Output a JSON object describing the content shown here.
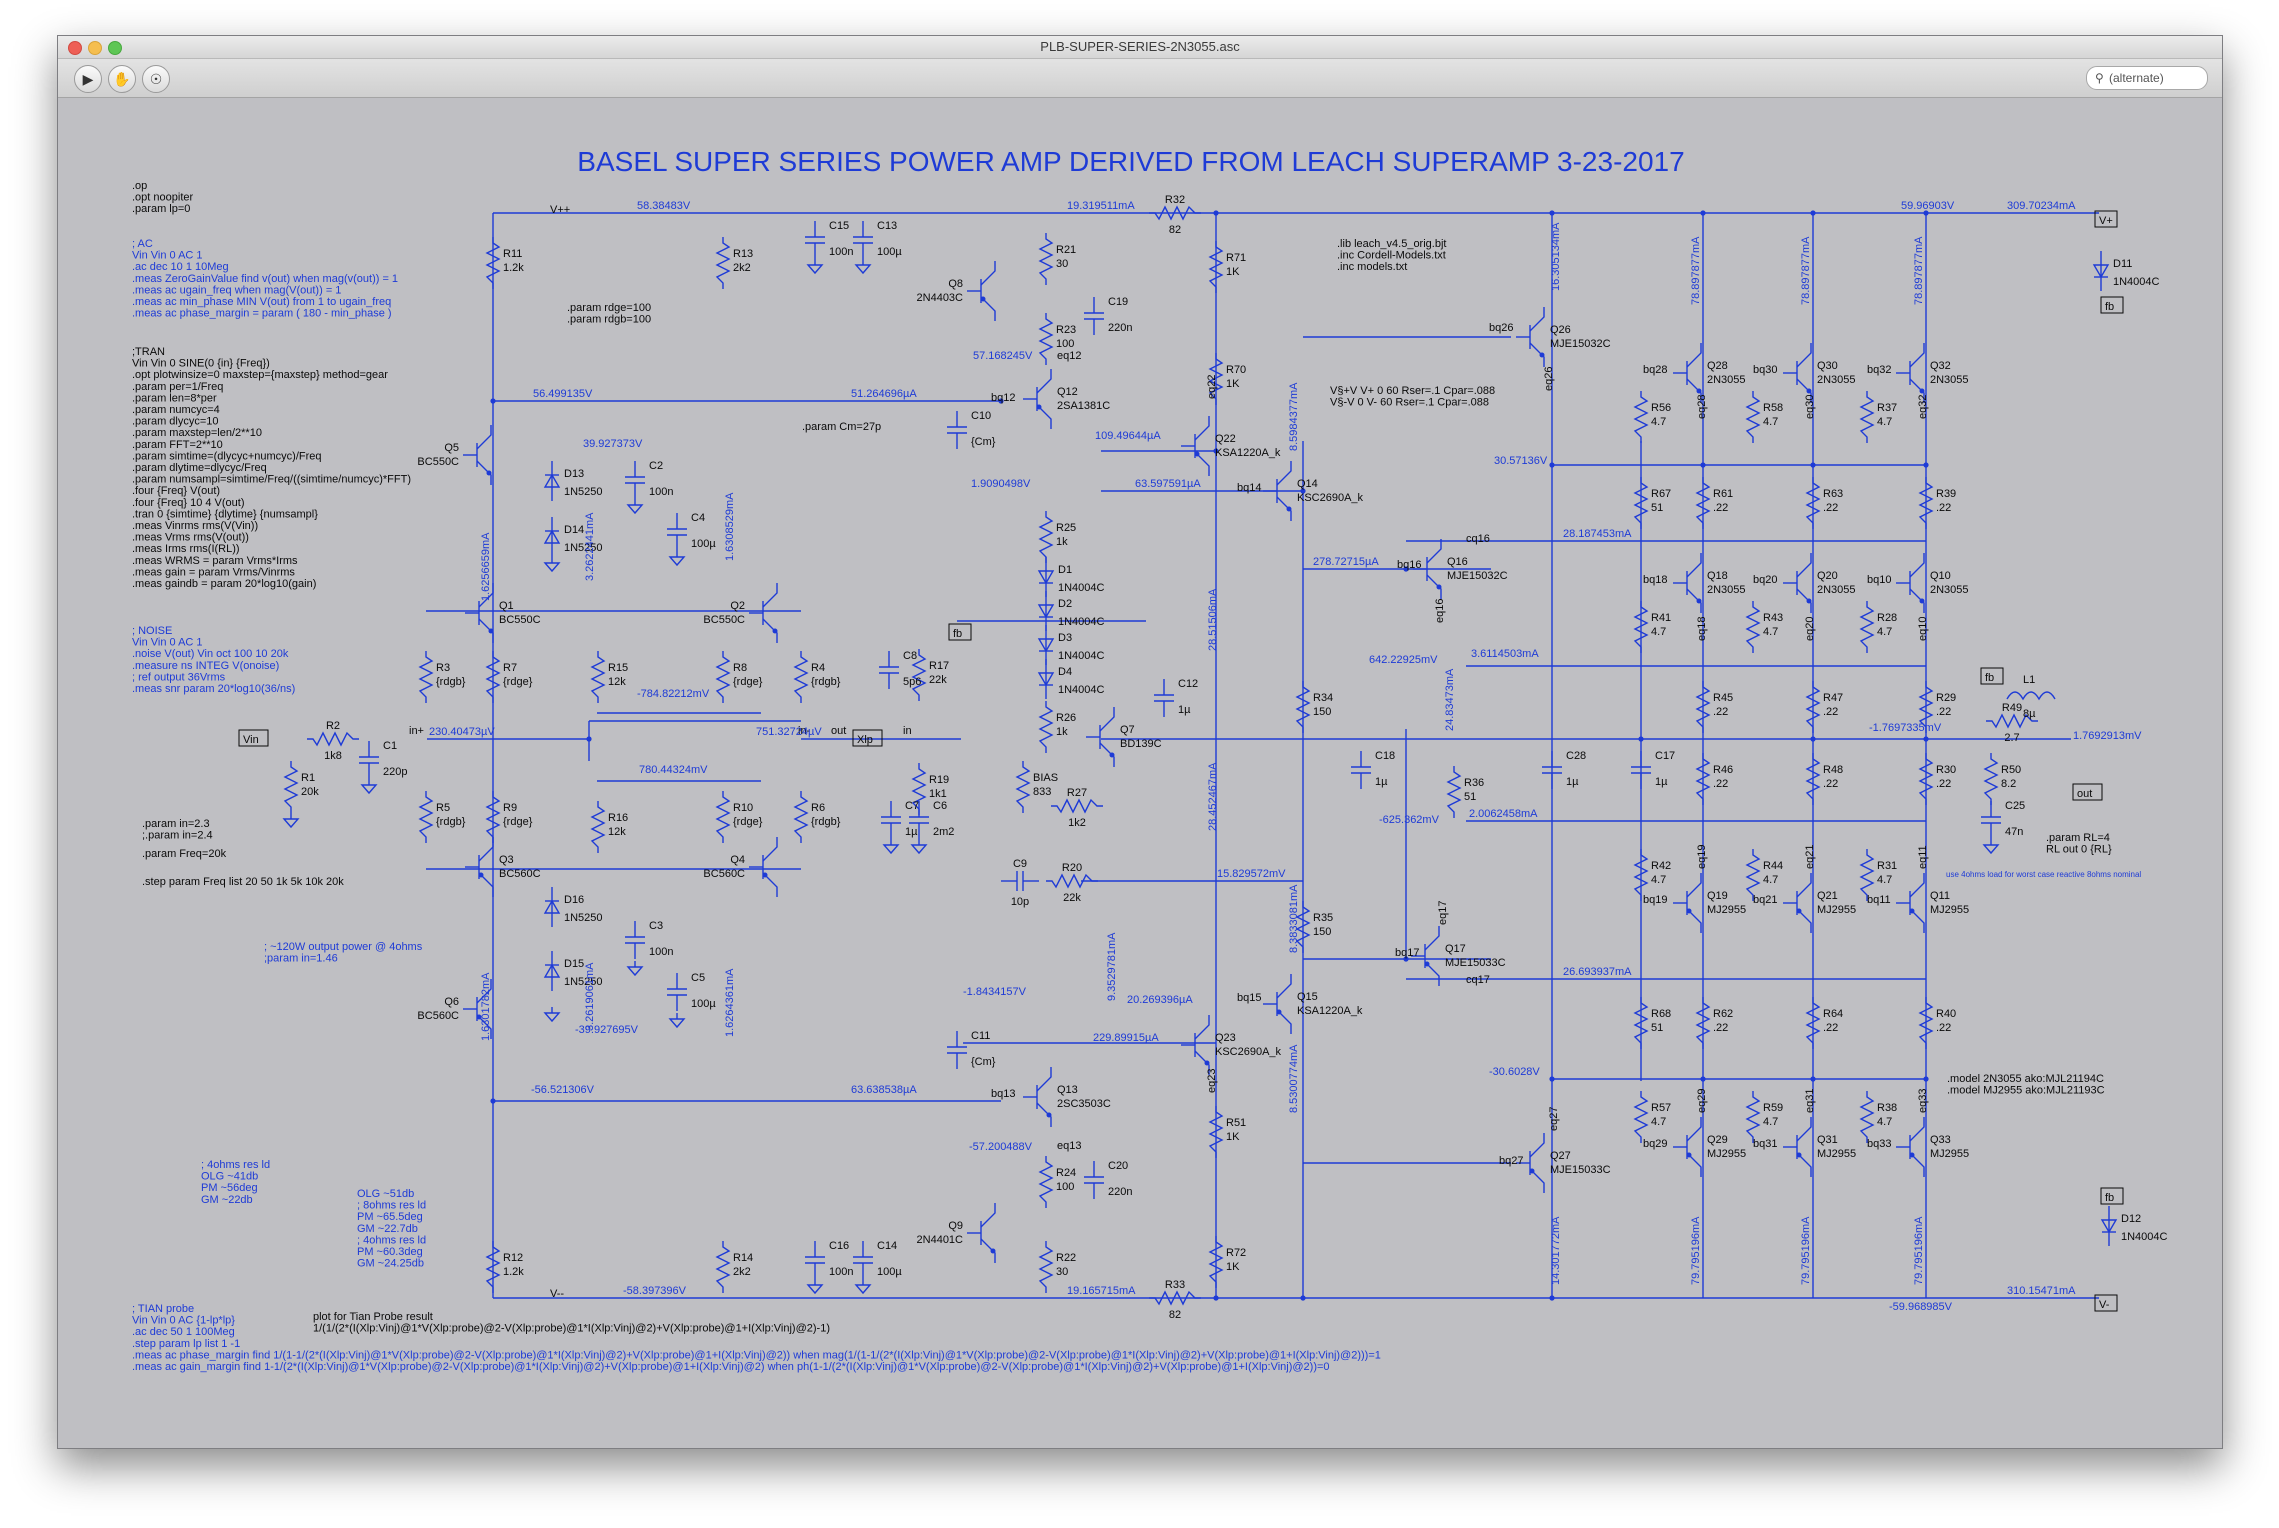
{
  "window": {
    "title": "PLB-SUPER-SERIES-2N3055.asc"
  },
  "toolbar": {
    "search_placeholder": "(alternate)"
  },
  "schematic": {
    "title": "BASEL  SUPER SERIES POWER AMP DERIVED FROM LEACH SUPERAMP  3-23-2017",
    "colors": {
      "wire": "#1e3bd6",
      "text": "#0a0a0a",
      "background": "#bfbfc3"
    },
    "directives": [
      {
        "id": "dir-op",
        "lines": [
          ".op",
          ".opt noopiter",
          ".param lp=0"
        ]
      },
      {
        "id": "dir-ac",
        "lines": [
          "; AC",
          "Vin Vin 0 AC 1",
          ".ac dec 10 1 10Meg",
          ".meas ZeroGainValue find v(out) when mag(v(out)) = 1",
          ".meas ac ugain_freq when mag(V(out)) = 1",
          ".meas ac min_phase MIN V(out) from 1 to ugain_freq",
          ".meas ac phase_margin = param ( 180 - min_phase )"
        ]
      },
      {
        "id": "dir-tran",
        "lines": [
          ";TRAN",
          "Vin Vin 0 SINE(0 {in} {Freq})",
          ".opt plotwinsize=0 maxstep={maxstep} method=gear",
          ".param per=1/Freq",
          ".param len=8*per",
          ".param numcyc=4",
          ".param dlycyc=10",
          ".param maxstep=len/2**10",
          ".param FFT=2**10",
          ".param simtime=(dlycyc+numcyc)/Freq",
          ".param dlytime=dlycyc/Freq",
          ".param numsampl=simtime/Freq/((simtime/numcyc)*FFT)",
          ".four {Freq} V(out)",
          ".four {Freq} 10 4 V(out)",
          ".tran 0 {simtime} {dlytime} {numsampl}",
          ".meas Vinrms rms(V(Vin))",
          ".meas Vrms rms(V(out))",
          ".meas Irms rms(I(RL))",
          ".meas WRMS = param Vrms*Irms",
          ".meas gain = param Vrms/Vinrms",
          ".meas gaindb = param 20*log10(gain)"
        ]
      },
      {
        "id": "dir-noise",
        "lines": [
          "; NOISE",
          "Vin Vin 0 AC 1",
          ".noise V(out) Vin oct 100 10 20k",
          ".measure ns INTEG V(onoise)",
          "; ref output 36Vrms",
          ".meas snr param 20*log10(36/ns)"
        ]
      },
      {
        "id": "dir-paramin",
        "lines": [
          ".param in=2.3",
          ";.param in=2.4"
        ]
      },
      {
        "id": "dir-freq",
        "lines": [
          ".param Freq=20k"
        ]
      },
      {
        "id": "dir-step",
        "lines": [
          ".step param Freq list 20 50 1k 5k 10k 20k"
        ]
      },
      {
        "id": "dir-power",
        "lines": [
          "; ~120W output power @ 4ohms",
          ";param in=1.46"
        ]
      },
      {
        "id": "dir-rdge",
        "lines": [
          ".param rdge=100",
          ".param rdgb=100"
        ]
      },
      {
        "id": "dir-cm",
        "lines": [
          ".param Cm=27p"
        ]
      },
      {
        "id": "dir-lib",
        "lines": [
          ".lib leach_v4.5_orig.bjt",
          ".inc Cordell-Models.txt",
          ".inc models.txt"
        ]
      },
      {
        "id": "dir-supply",
        "lines": [
          "V§+V V+ 0 60 Rser=.1 Cpar=.088",
          "V§-V 0 V- 60 Rser=.1 Cpar=.088"
        ]
      },
      {
        "id": "dir-rl",
        "lines": [
          ".param RL=4",
          "RL out 0 {RL}"
        ]
      },
      {
        "id": "dir-models",
        "lines": [
          ".model 2N3055 ako:MJL21194C",
          ".model MJ2955 ako:MJL21193C"
        ]
      },
      {
        "id": "dir-res1",
        "lines": [
          "; 4ohms res ld",
          "OLG ~41db",
          "PM ~56deg",
          "GM ~22db"
        ]
      },
      {
        "id": "dir-res2",
        "lines": [
          "OLG ~51db",
          "; 8ohms res ld",
          "PM ~65.5deg",
          "GM ~22.7db",
          "; 4ohms res ld",
          "PM ~60.3deg",
          "GM ~24.25db"
        ]
      },
      {
        "id": "dir-tian",
        "lines": [
          "; TIAN probe",
          "Vin Vin 0 AC {1-lp*lp}",
          ".ac dec 50 1 100Meg",
          ".step param lp list 1 -1",
          ".meas ac phase_margin find 1/(1-1/(2*(I(Xlp:Vinj)@1*V(Xlp:probe)@2-V(Xlp:probe)@1*I(Xlp:Vinj)@2)+V(Xlp:probe)@1+I(Xlp:Vinj)@2)) when mag(1/(1-1/(2*(I(Xlp:Vinj)@1*V(Xlp:probe)@2-V(Xlp:probe)@1*I(Xlp:Vinj)@2)+V(Xlp:probe)@1+I(Xlp:Vinj)@2)))=1",
          ".meas ac gain_margin find 1-1/(2*(I(Xlp:Vinj)@1*V(Xlp:probe)@2-V(Xlp:probe)@1*I(Xlp:Vinj)@2)+V(Xlp:probe)@1+I(Xlp:Vinj)@2) when ph(1-1/(2*(I(Xlp:Vinj)@1*V(Xlp:probe)@2-V(Xlp:probe)@1*I(Xlp:Vinj)@2)+V(Xlp:probe)@1+I(Xlp:Vinj)@2))=0"
        ]
      },
      {
        "id": "dir-plot",
        "lines": [
          "plot for Tian Probe result",
          "1/(1/(2*(I(Xlp:Vinj)@1*V(Xlp:probe)@2-V(Xlp:probe)@1*I(Xlp:Vinj)@2)+V(Xlp:probe)@1+I(Xlp:Vinj)@2)-1)"
        ]
      },
      {
        "id": "dir-worst",
        "lines": [
          "use 4ohms load for worst case reactive 8ohms nominal"
        ]
      }
    ],
    "resistors": [
      {
        "ref": "R11",
        "value": "1.2k"
      },
      {
        "ref": "R13",
        "value": "2k2"
      },
      {
        "ref": "R21",
        "value": "30"
      },
      {
        "ref": "R23",
        "value": "100"
      },
      {
        "ref": "R32",
        "value": "82"
      },
      {
        "ref": "R71",
        "value": "1K"
      },
      {
        "ref": "R70",
        "value": "1K"
      },
      {
        "ref": "R3",
        "value": "{rdgb}"
      },
      {
        "ref": "R7",
        "value": "{rdge}"
      },
      {
        "ref": "R15",
        "value": "12k"
      },
      {
        "ref": "R8",
        "value": "{rdge}"
      },
      {
        "ref": "R4",
        "value": "{rdgb}"
      },
      {
        "ref": "R2",
        "value": "1k8"
      },
      {
        "ref": "R1",
        "value": "20k"
      },
      {
        "ref": "R5",
        "value": "{rdgb}"
      },
      {
        "ref": "R9",
        "value": "{rdge}"
      },
      {
        "ref": "R16",
        "value": "12k"
      },
      {
        "ref": "R10",
        "value": "{rdge}"
      },
      {
        "ref": "R6",
        "value": "{rdgb}"
      },
      {
        "ref": "R17",
        "value": "22k"
      },
      {
        "ref": "R19",
        "value": "1k1"
      },
      {
        "ref": "R20",
        "value": "22k"
      },
      {
        "ref": "R25",
        "value": "1k"
      },
      {
        "ref": "R26",
        "value": "1k"
      },
      {
        "ref": "R27",
        "value": "1k2"
      },
      {
        "ref": "BIAS",
        "value": "833"
      },
      {
        "ref": "R34",
        "value": "150"
      },
      {
        "ref": "R35",
        "value": "150"
      },
      {
        "ref": "R36",
        "value": "51"
      },
      {
        "ref": "R12",
        "value": "1.2k"
      },
      {
        "ref": "R14",
        "value": "2k2"
      },
      {
        "ref": "R24",
        "value": "100"
      },
      {
        "ref": "R22",
        "value": "30"
      },
      {
        "ref": "R33",
        "value": "82"
      },
      {
        "ref": "R51",
        "value": "1K"
      },
      {
        "ref": "R72",
        "value": "1K"
      },
      {
        "ref": "R56",
        "value": "4.7"
      },
      {
        "ref": "R58",
        "value": "4.7"
      },
      {
        "ref": "R37",
        "value": "4.7"
      },
      {
        "ref": "R67",
        "value": "51"
      },
      {
        "ref": "R61",
        "value": ".22"
      },
      {
        "ref": "R63",
        "value": ".22"
      },
      {
        "ref": "R39",
        "value": ".22"
      },
      {
        "ref": "R41",
        "value": "4.7"
      },
      {
        "ref": "R43",
        "value": "4.7"
      },
      {
        "ref": "R28",
        "value": "4.7"
      },
      {
        "ref": "R45",
        "value": ".22"
      },
      {
        "ref": "R47",
        "value": ".22"
      },
      {
        "ref": "R29",
        "value": ".22"
      },
      {
        "ref": "R46",
        "value": ".22"
      },
      {
        "ref": "R48",
        "value": ".22"
      },
      {
        "ref": "R30",
        "value": ".22"
      },
      {
        "ref": "R42",
        "value": "4.7"
      },
      {
        "ref": "R44",
        "value": "4.7"
      },
      {
        "ref": "R31",
        "value": "4.7"
      },
      {
        "ref": "R68",
        "value": "51"
      },
      {
        "ref": "R62",
        "value": ".22"
      },
      {
        "ref": "R64",
        "value": ".22"
      },
      {
        "ref": "R40",
        "value": ".22"
      },
      {
        "ref": "R57",
        "value": "4.7"
      },
      {
        "ref": "R59",
        "value": "4.7"
      },
      {
        "ref": "R38",
        "value": "4.7"
      },
      {
        "ref": "R49",
        "value": "2.7"
      },
      {
        "ref": "R50",
        "value": "8.2"
      }
    ],
    "capacitors": [
      {
        "ref": "C15",
        "value": "100n"
      },
      {
        "ref": "C13",
        "value": "100µ"
      },
      {
        "ref": "C19",
        "value": "220n"
      },
      {
        "ref": "C2",
        "value": "100n"
      },
      {
        "ref": "C4",
        "value": "100µ"
      },
      {
        "ref": "C10",
        "value": "{Cm}"
      },
      {
        "ref": "C1",
        "value": "220p"
      },
      {
        "ref": "C8",
        "value": "5p6"
      },
      {
        "ref": "C7",
        "value": "1µ"
      },
      {
        "ref": "C6",
        "value": "2m2"
      },
      {
        "ref": "C9",
        "value": "10p"
      },
      {
        "ref": "C12",
        "value": "1µ"
      },
      {
        "ref": "C18",
        "value": "1µ"
      },
      {
        "ref": "C28",
        "value": "1µ"
      },
      {
        "ref": "C17",
        "value": "1µ"
      },
      {
        "ref": "C3",
        "value": "100n"
      },
      {
        "ref": "C5",
        "value": "100µ"
      },
      {
        "ref": "C11",
        "value": "{Cm}"
      },
      {
        "ref": "C20",
        "value": "220n"
      },
      {
        "ref": "C16",
        "value": "100n"
      },
      {
        "ref": "C14",
        "value": "100µ"
      },
      {
        "ref": "C25",
        "value": "47n"
      }
    ],
    "transistors": [
      {
        "ref": "Q5",
        "model": "BC550C"
      },
      {
        "ref": "Q1",
        "model": "BC550C"
      },
      {
        "ref": "Q2",
        "model": "BC550C"
      },
      {
        "ref": "Q3",
        "model": "BC560C"
      },
      {
        "ref": "Q4",
        "model": "BC560C"
      },
      {
        "ref": "Q6",
        "model": "BC560C"
      },
      {
        "ref": "Q8",
        "model": "2N4403C"
      },
      {
        "ref": "Q12",
        "model": "2SA1381C"
      },
      {
        "ref": "Q22",
        "model": "KSA1220A_k"
      },
      {
        "ref": "Q14",
        "model": "KSC2690A_k"
      },
      {
        "ref": "Q7",
        "model": "BD139C"
      },
      {
        "ref": "Q16",
        "model": "MJE15032C"
      },
      {
        "ref": "Q17",
        "model": "MJE15033C"
      },
      {
        "ref": "Q15",
        "model": "KSA1220A_k"
      },
      {
        "ref": "Q23",
        "model": "KSC2690A_k"
      },
      {
        "ref": "Q13",
        "model": "2SC3503C"
      },
      {
        "ref": "Q9",
        "model": "2N4401C"
      },
      {
        "ref": "Q26",
        "model": "MJE15032C"
      },
      {
        "ref": "Q27",
        "model": "MJE15033C"
      },
      {
        "ref": "Q28",
        "model": "2N3055"
      },
      {
        "ref": "Q30",
        "model": "2N3055"
      },
      {
        "ref": "Q32",
        "model": "2N3055"
      },
      {
        "ref": "Q18",
        "model": "2N3055"
      },
      {
        "ref": "Q20",
        "model": "2N3055"
      },
      {
        "ref": "Q10",
        "model": "2N3055"
      },
      {
        "ref": "Q19",
        "model": "MJ2955"
      },
      {
        "ref": "Q21",
        "model": "MJ2955"
      },
      {
        "ref": "Q11",
        "model": "MJ2955"
      },
      {
        "ref": "Q29",
        "model": "MJ2955"
      },
      {
        "ref": "Q31",
        "model": "MJ2955"
      },
      {
        "ref": "Q33",
        "model": "MJ2955"
      }
    ],
    "diodes": [
      {
        "ref": "D13",
        "model": "1N5250"
      },
      {
        "ref": "D14",
        "model": "1N5250"
      },
      {
        "ref": "D16",
        "model": "1N5250"
      },
      {
        "ref": "D15",
        "model": "1N5250"
      },
      {
        "ref": "D1",
        "model": "1N4004C"
      },
      {
        "ref": "D2",
        "model": "1N4004C"
      },
      {
        "ref": "D3",
        "model": "1N4004C"
      },
      {
        "ref": "D4",
        "model": "1N4004C"
      },
      {
        "ref": "D11",
        "model": "1N4004C"
      },
      {
        "ref": "D12",
        "model": "1N4004C"
      }
    ],
    "inductors": [
      {
        "ref": "L1",
        "value": "8µ"
      }
    ],
    "net_labels": [
      "V++",
      "V--",
      "V+",
      "V-",
      "Vin",
      "in+",
      "in-",
      "out",
      "in",
      "fb",
      "Xlp",
      "bq12",
      "eq12",
      "bq13",
      "eq13",
      "bq14",
      "bq15",
      "bq16",
      "eq16",
      "bq17",
      "eq17",
      "cq16",
      "cq17",
      "bq26",
      "eq26",
      "bq27",
      "eq27",
      "eq22",
      "eq23",
      "bq28",
      "eq28",
      "bq30",
      "eq30",
      "bq32",
      "eq32",
      "bq18",
      "eq18",
      "bq20",
      "eq20",
      "bq10",
      "eq10",
      "bq19",
      "eq19",
      "bq21",
      "eq21",
      "bq11",
      "eq11",
      "bq29",
      "eq29",
      "bq31",
      "eq31",
      "bq33",
      "eq33"
    ],
    "probe_voltages": [
      "58.38483V",
      "19.319511mA",
      "59.96903V",
      "309.70234mA",
      "56.499135V",
      "51.264696µA",
      "57.168245V",
      "30.57136V",
      "39.927373V",
      "1.9090498V",
      "109.49644µA",
      "63.597591µA",
      "28.187453mA",
      "278.72715µA",
      "642.22925mV",
      "3.6114503mA",
      "230.40473µV",
      "-784.82212mV",
      "751.32724µV",
      "-1.7697335mV",
      "1.7692913mV",
      "780.44324mV",
      "-625.362mV",
      "2.0062458mA",
      "15.829572mV",
      "26.693937mA",
      "-1.8434157V",
      "20.269396µA",
      "229.89915µA",
      "-39.927695V",
      "-56.521306V",
      "63.638538µA",
      "-57.200488V",
      "-30.6028V",
      "19.165715mA",
      "-58.397396V",
      "-59.968985V",
      "310.15471mA"
    ],
    "probe_currents_vertical": [
      "1.6256659mA",
      "3.2622441mA",
      "1.6308529mA",
      "1.6301782mA",
      "3.2619061mA",
      "1.6264361mA",
      "8.5984377mA",
      "28.51506mA",
      "28.452467mA",
      "9.3529781mA",
      "8.3833081mA",
      "8.5300774mA",
      "24.83473mA",
      "16.305134mA",
      "14.301772mA",
      "78.897877mA",
      "78.897877mA",
      "78.897877mA",
      "79.795196mA",
      "79.795196mA",
      "79.795196mA"
    ]
  }
}
